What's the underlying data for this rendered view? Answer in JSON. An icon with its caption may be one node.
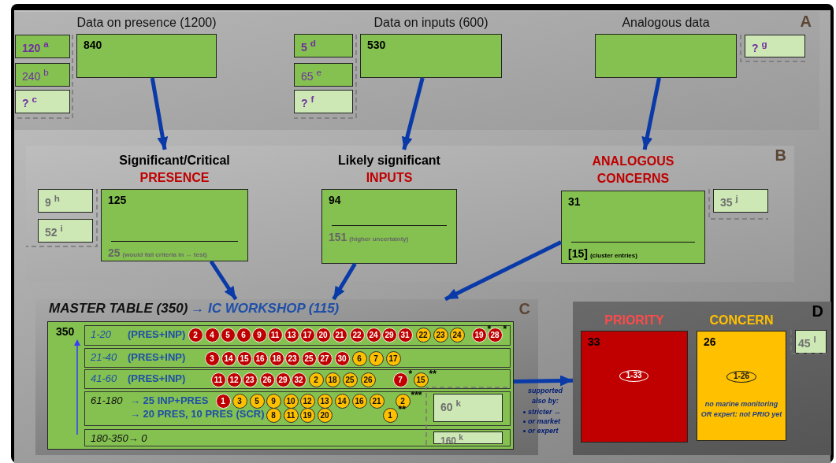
{
  "diagram": {
    "nodes": [
      {
        "text": [
          "A"
        ]
      },
      {
        "text": [
          "120 $^{a}$"
        ],
        "in": 0
      },
      {
        "text": [
          "240 $^{b}$"
        ],
        "in": 0
      },
      {
        "text": [
          "? $^{c}$"
        ],
        "in": 0
      },
      {
        "text": [
          "Data on presence (1200)",
          "840"
        ],
        "in": 0
      },
      {
        "text": [
          "5 $^{d}$"
        ],
        "in": 0
      },
      {
        "text": [
          "65 $^{e}$"
        ],
        "in": 0
      },
      {
        "text": [
          "? $^{f}$"
        ],
        "in": 0
      },
      {
        "text": [
          "Data on inputs (600)",
          "530"
        ],
        "in": 0
      },
      {
        "text": [
          "Analogous data"
        ],
        "in": 0
      },
      {
        "text": [
          "? $^{g}$"
        ],
        "in": 0
      },
      {
        "text": [
          "B"
        ]
      },
      {
        "text": [
          "9 $^{h}$"
        ],
        "in": 11
      },
      {
        "text": [
          "52 $^{i}$"
        ],
        "in": 11
      },
      {
        "text": [
          "Significant/Critical",
          "PRESENCE",
          "125",
          "25",
          "(would fail criteria in ↔ test)"
        ],
        "in": 11
      },
      {
        "text": [
          "Likely significant",
          "INPUTS",
          "94",
          "151",
          "(higher uncertainty)"
        ],
        "in": 11
      },
      {
        "text": [
          "ANALOGOUS CONCERNS",
          "31",
          "[15]",
          "(cluster entries)"
        ],
        "in": 11
      },
      {
        "text": [
          "35 $^{j}$"
        ],
        "in": 11
      },
      {
        "text": [
          "MASTER TABLE (350)",
          "→ IC WORKSHOP (115)",
          "C"
        ]
      },
      {
        "text": [
          "350"
        ],
        "in": 18
      },
      {
        "text": [
          "1-20",
          "(PRES+INP)"
        ],
        "in": 19
      },
      {
        "text": [
          "2"
        ],
        "in": 20
      },
      {
        "text": [
          "4"
        ],
        "in": 20
      },
      {
        "text": [
          "5"
        ],
        "in": 20
      },
      {
        "text": [
          "6"
        ],
        "in": 20
      },
      {
        "text": [
          "9"
        ],
        "in": 20
      },
      {
        "text": [
          "11"
        ],
        "in": 20
      },
      {
        "text": [
          "13"
        ],
        "in": 20
      },
      {
        "text": [
          "17"
        ],
        "in": 20
      },
      {
        "text": [
          "20"
        ],
        "in": 20
      },
      {
        "text": [
          "21"
        ],
        "in": 20
      },
      {
        "text": [
          "22"
        ],
        "in": 20
      },
      {
        "text": [
          "24"
        ],
        "in": 20
      },
      {
        "text": [
          "29"
        ],
        "in": 20
      },
      {
        "text": [
          "31"
        ],
        "in": 20
      },
      {
        "text": [
          "22"
        ],
        "in": 20
      },
      {
        "text": [
          "23"
        ],
        "in": 20
      },
      {
        "text": [
          "24"
        ],
        "in": 20
      },
      {
        "text": [
          "19"
        ],
        "in": 20,
        "beside": [
          "*"
        ]
      },
      {
        "text": [
          "28"
        ],
        "in": 20,
        "beside": [
          "*"
        ]
      },
      {
        "text": [
          "21-40",
          "(PRES+INP)"
        ],
        "in": 19
      },
      {
        "text": [
          "3"
        ],
        "in": 40
      },
      {
        "text": [
          "14"
        ],
        "in": 40
      },
      {
        "text": [
          "15"
        ],
        "in": 40
      },
      {
        "text": [
          "16"
        ],
        "in": 40
      },
      {
        "text": [
          "18"
        ],
        "in": 40
      },
      {
        "text": [
          "23"
        ],
        "in": 40
      },
      {
        "text": [
          "25"
        ],
        "in": 40
      },
      {
        "text": [
          "27"
        ],
        "in": 40
      },
      {
        "text": [
          "30"
        ],
        "in": 40
      },
      {
        "text": [
          "6"
        ],
        "in": 40
      },
      {
        "text": [
          "7"
        ],
        "in": 40
      },
      {
        "text": [
          "17"
        ],
        "in": 40
      },
      {
        "text": [
          "41-60",
          "(PRES+INP)"
        ],
        "in": 19
      },
      {
        "text": [
          "11"
        ],
        "in": 53
      },
      {
        "text": [
          "12"
        ],
        "in": 53
      },
      {
        "text": [
          "23"
        ],
        "in": 53
      },
      {
        "text": [
          "26"
        ],
        "in": 53
      },
      {
        "text": [
          "29"
        ],
        "in": 53
      },
      {
        "text": [
          "32"
        ],
        "in": 53
      },
      {
        "text": [
          "2"
        ],
        "in": 53
      },
      {
        "text": [
          "18"
        ],
        "in": 53
      },
      {
        "text": [
          "25"
        ],
        "in": 53
      },
      {
        "text": [
          "26"
        ],
        "in": 53
      },
      {
        "text": [
          "7"
        ],
        "in": 53,
        "beside": [
          "*"
        ]
      },
      {
        "text": [
          "15"
        ],
        "in": 53,
        "beside": [
          "**"
        ]
      },
      {
        "text": [
          "61-180",
          "→ 25 INP+PRES",
          "→ 20 PRES, 10 PRES (SCR)"
        ],
        "in": 19
      },
      {
        "text": [
          "1"
        ],
        "in": 66
      },
      {
        "text": [
          "3"
        ],
        "in": 66
      },
      {
        "text": [
          "5"
        ],
        "in": 66
      },
      {
        "text": [
          "9"
        ],
        "in": 66
      },
      {
        "text": [
          "10"
        ],
        "in": 66
      },
      {
        "text": [
          "12"
        ],
        "in": 66
      },
      {
        "text": [
          "13"
        ],
        "in": 66
      },
      {
        "text": [
          "14"
        ],
        "in": 66
      },
      {
        "text": [
          "16"
        ],
        "in": 66
      },
      {
        "text": [
          "21"
        ],
        "in": 66
      },
      {
        "text": [
          "2"
        ],
        "in": 66,
        "beside": [
          "***"
        ]
      },
      {
        "text": [
          "8"
        ],
        "in": 66
      },
      {
        "text": [
          "11"
        ],
        "in": 66
      },
      {
        "text": [
          "19"
        ],
        "in": 66
      },
      {
        "text": [
          "20"
        ],
        "in": 66
      },
      {
        "text": [
          "1"
        ],
        "in": 66,
        "beside": [
          "**"
        ]
      },
      {
        "text": [
          "60 $^{k}$"
        ],
        "in": 66
      },
      {
        "text": [
          "180-350→ 0"
        ],
        "in": 19
      },
      {
        "text": [
          "160 $^{k}$"
        ],
        "in": 84
      },
      {
        "text": [
          "D"
        ]
      },
      {
        "text": [
          "PRIORITY",
          "33"
        ],
        "in": 86
      },
      {
        "text": [
          "1-33"
        ],
        "in": 87
      },
      {
        "text": [
          "CONCERN",
          "26",
          "no marine monitoring OR expert: not PRIO yet"
        ],
        "in": 86
      },
      {
        "text": [
          "1-26"
        ],
        "in": 89
      },
      {
        "text": [
          "45 $^{l}$"
        ],
        "in": 86
      }
    ],
    "edges": [
      {
        "from": 4,
        "to": 14,
        "arrow": "to"
      },
      {
        "from": 8,
        "to": 15,
        "arrow": "to"
      },
      {
        "from": 9,
        "to": 16,
        "arrow": "to"
      },
      {
        "from": 14,
        "to": 18,
        "arrow": "to"
      },
      {
        "from": 15,
        "to": 18,
        "arrow": "to"
      },
      {
        "from": 16,
        "to": 18,
        "arrow": "to"
      },
      {
        "from": 19,
        "to": 86,
        "arrow": "to"
      }
    ],
    "labels": [
      "supported also by:",
      "stricter ↔",
      "or market",
      "or expert"
    ]
  }
}
